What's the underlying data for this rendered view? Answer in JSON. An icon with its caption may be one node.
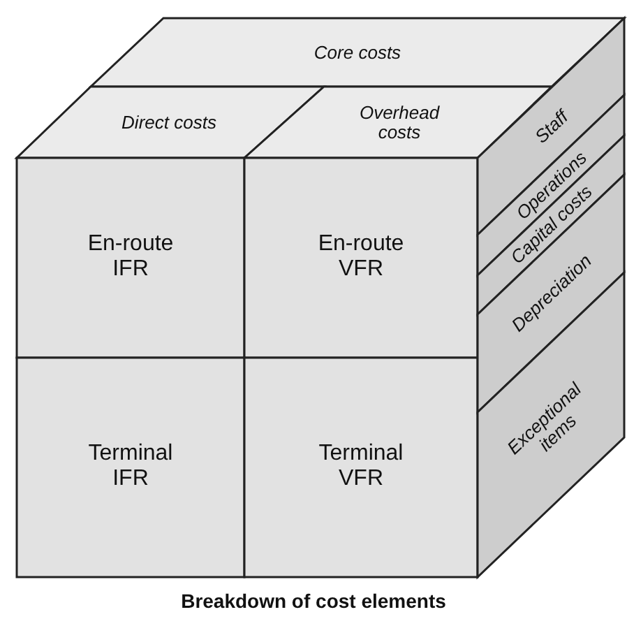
{
  "diagram": {
    "caption": "Breakdown of cost elements",
    "nodes": [
      {
        "text": [
          "Core costs"
        ]
      },
      {
        "text": [
          "Direct costs"
        ]
      },
      {
        "text": [
          "Overhead costs"
        ]
      },
      {
        "text": [
          "En-route IFR"
        ]
      },
      {
        "text": [
          "En-route VFR"
        ]
      },
      {
        "text": [
          "Terminal IFR"
        ]
      },
      {
        "text": [
          "Terminal VFR"
        ]
      },
      {
        "text": [
          "Staff"
        ]
      },
      {
        "text": [
          "Operations"
        ]
      },
      {
        "text": [
          "Capital costs"
        ]
      },
      {
        "text": [
          "Depreciation"
        ]
      },
      {
        "text": [
          "Exceptional items"
        ]
      }
    ]
  }
}
